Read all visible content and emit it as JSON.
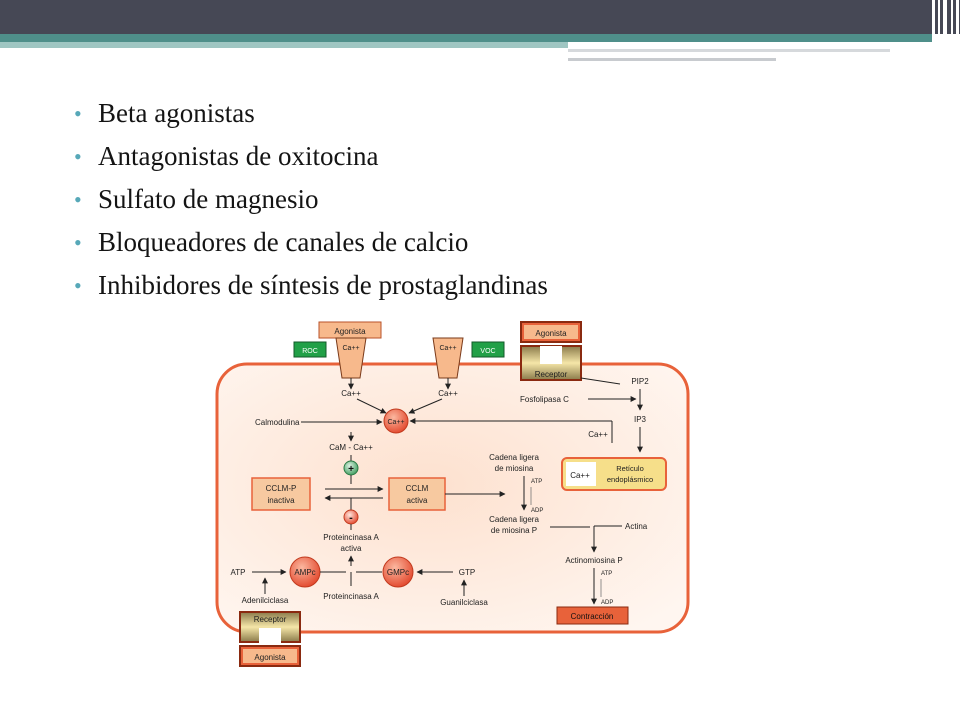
{
  "slide": {
    "bullets": [
      "Beta agonistas",
      "Antagonistas de oxitocina",
      "Sulfato de magnesio",
      "Bloqueadores de canales de calcio",
      "Inhibidores de síntesis de prostaglandinas"
    ]
  },
  "diagram": {
    "agonista": "Agonista",
    "receptor": "Receptor",
    "roc": "ROC",
    "voc": "VOC",
    "ca_channel": "Ca++",
    "ca": "Ca++",
    "ca_center": "Ca++",
    "pip2": "PIP2",
    "fosfolipasa_c": "Fosfolipasa C",
    "ip3": "IP3",
    "calmodulina": "Calmodulina",
    "cam_ca": "CaM - Ca++",
    "plus": "+",
    "minus": "-",
    "cclm_p_1": "CCLM-P",
    "cclm_p_2": "inactiva",
    "cclm_1": "CCLM",
    "cclm_2": "activa",
    "cadena_ligera_1": "Cadena ligera",
    "cadena_ligera_2": "de miosina",
    "atp_small": "ATP",
    "adp_small": "ADP",
    "cadena_ligera_p_1": "Cadena ligera",
    "cadena_ligera_p_2": "de miosina P",
    "reticulo_ca": "Ca++",
    "reticulo_1": "Retículo",
    "reticulo_2": "endoplásmico",
    "actina": "Actina",
    "proteincinasa_a_activa_1": "Proteincinasa A",
    "proteincinasa_a_activa_2": "activa",
    "actinomiosina_p": "Actinomiosina P",
    "atp": "ATP",
    "ampc": "AMPc",
    "gmpc": "GMPc",
    "gtp": "GTP",
    "adenilciclasa": "Adenilciclasa",
    "proteincinasa_a": "Proteincinasa A",
    "guanilciclasa": "Guanilciclasa",
    "contraccion": "Contracción"
  },
  "colors": {
    "header_bar": "#464855",
    "accent_teal": "#4f8f8a",
    "bullet": "#57a8b8",
    "cell_membrane": "#e8623a",
    "cell_fill": "#fde7da",
    "box_orange": "#f7b98c",
    "box_red": "#e8623a",
    "channel_green": "#21a047",
    "receptor_yellow": "#f6df8a"
  }
}
